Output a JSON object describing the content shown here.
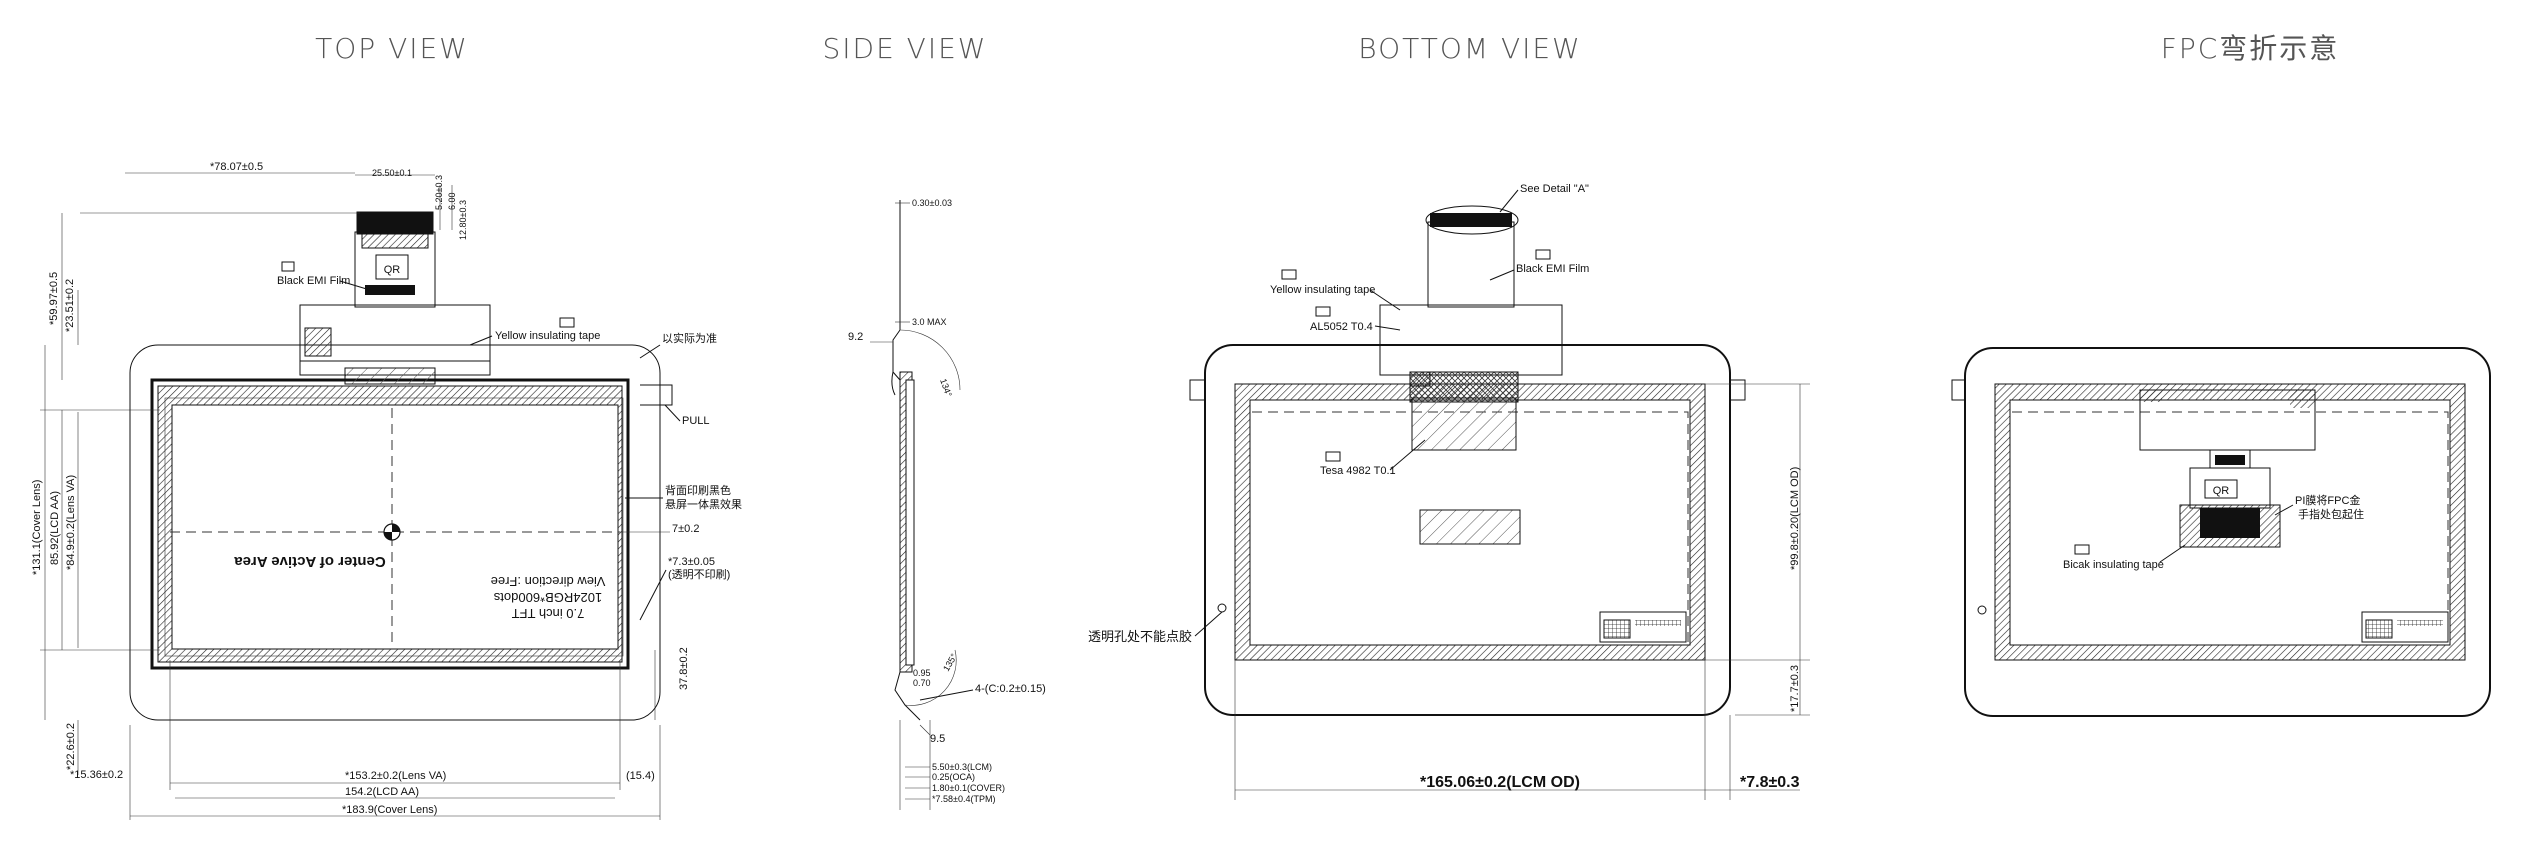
{
  "views": {
    "top": "TOP VIEW",
    "side": "SIDE VIEW",
    "bottom": "BOTTOM VIEW",
    "fpc": "FPC弯折示意"
  },
  "top_view": {
    "dims": {
      "fpc_offset": "*78.07±0.5",
      "fpc_width": "25.50±0.1",
      "conn_h1": "5.20±0.3",
      "conn_h2": "6.00",
      "conn_h3": "12.80±0.3",
      "total_h": "*59.97±0.5",
      "h_23": "*23.51±0.2",
      "lens_h": "*131.1(Cover Lens)",
      "lcd_aa_h": "85.92(LCD AA)",
      "lens_va_h": "*84.9±0.2(Lens VA)",
      "d_7": "7±0.2",
      "d_73": "*7.3±0.05",
      "d_37": "37.8±0.2",
      "d_226": "*22.6±0.2",
      "d_1536": "*15.36±0.2",
      "lens_va_w": "*153.2±0.2(Lens VA)",
      "d_154": "(15.4)",
      "lcd_aa_w": "154.2(LCD AA)",
      "cover_w": "*183.9(Cover Lens)"
    },
    "labels": {
      "black_emi": "Black EMI Film",
      "qr": "QR",
      "yellow_tape": "Yellow insulating tape",
      "actual": "以实际为准",
      "pull": "PULL",
      "print1": "背面印刷黑色",
      "print2": "悬屏一体黑效果",
      "transparent": "(透明不印刷)",
      "center": "Center of Active Area",
      "spec1": "7.0 inch TFT",
      "spec2": "1024RGB*600dots",
      "spec3": "View direction :Free"
    }
  },
  "side_view": {
    "dims": {
      "d_030": "0.30±0.03",
      "max": "3.0 MAX",
      "d_92": "9.2",
      "angle1": "134°",
      "angle2": "135°",
      "d_095": "0.95",
      "d_070": "0.70",
      "chamfer": "4-(C:0.2±0.15)",
      "d_95": "9.5",
      "lcm": "5.50±0.3(LCM)",
      "oca": "0.25(OCA)",
      "cover": "1.80±0.1(COVER)",
      "tpm": "*7.58±0.4(TPM)"
    }
  },
  "bottom_view": {
    "labels": {
      "detail": "See Detail \"A\"",
      "yellow_tape": "Yellow insulating tape",
      "black_emi": "Black EMI Film",
      "al": "AL5052 T0.4",
      "tesa": "Tesa 4982 T0.1",
      "hole": "透明孔处不能点胶"
    },
    "dims": {
      "lcm_od_h": "*99.8±0.20(LCM OD)",
      "d_177": "*17.7±0.3",
      "lcm_od_w": "*165.06±0.2(LCM OD)",
      "d_78": "*7.8±0.3"
    }
  },
  "fpc_view": {
    "labels": {
      "qr": "QR",
      "pi1": "PI膜将FPC金",
      "pi2": "手指处包起住",
      "bicak": "Bicak insulating tape"
    }
  }
}
